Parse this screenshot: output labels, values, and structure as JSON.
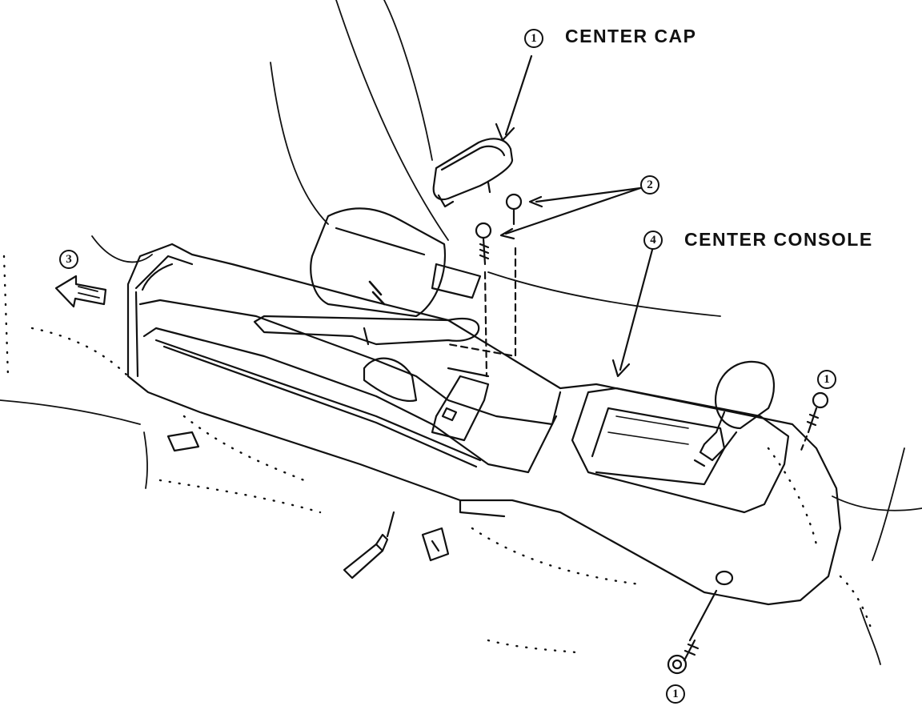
{
  "labels": {
    "center_cap": "CENTER CAP",
    "center_console": "CENTER CONSOLE"
  },
  "callouts": {
    "c1_cap": "1",
    "c2_bolts": "2",
    "c3_front": "3",
    "c4_console": "4",
    "c1_screw_right": "1",
    "c1_screw_bottom": "1"
  },
  "colors": {
    "ink": "#111111",
    "paper": "#ffffff"
  }
}
